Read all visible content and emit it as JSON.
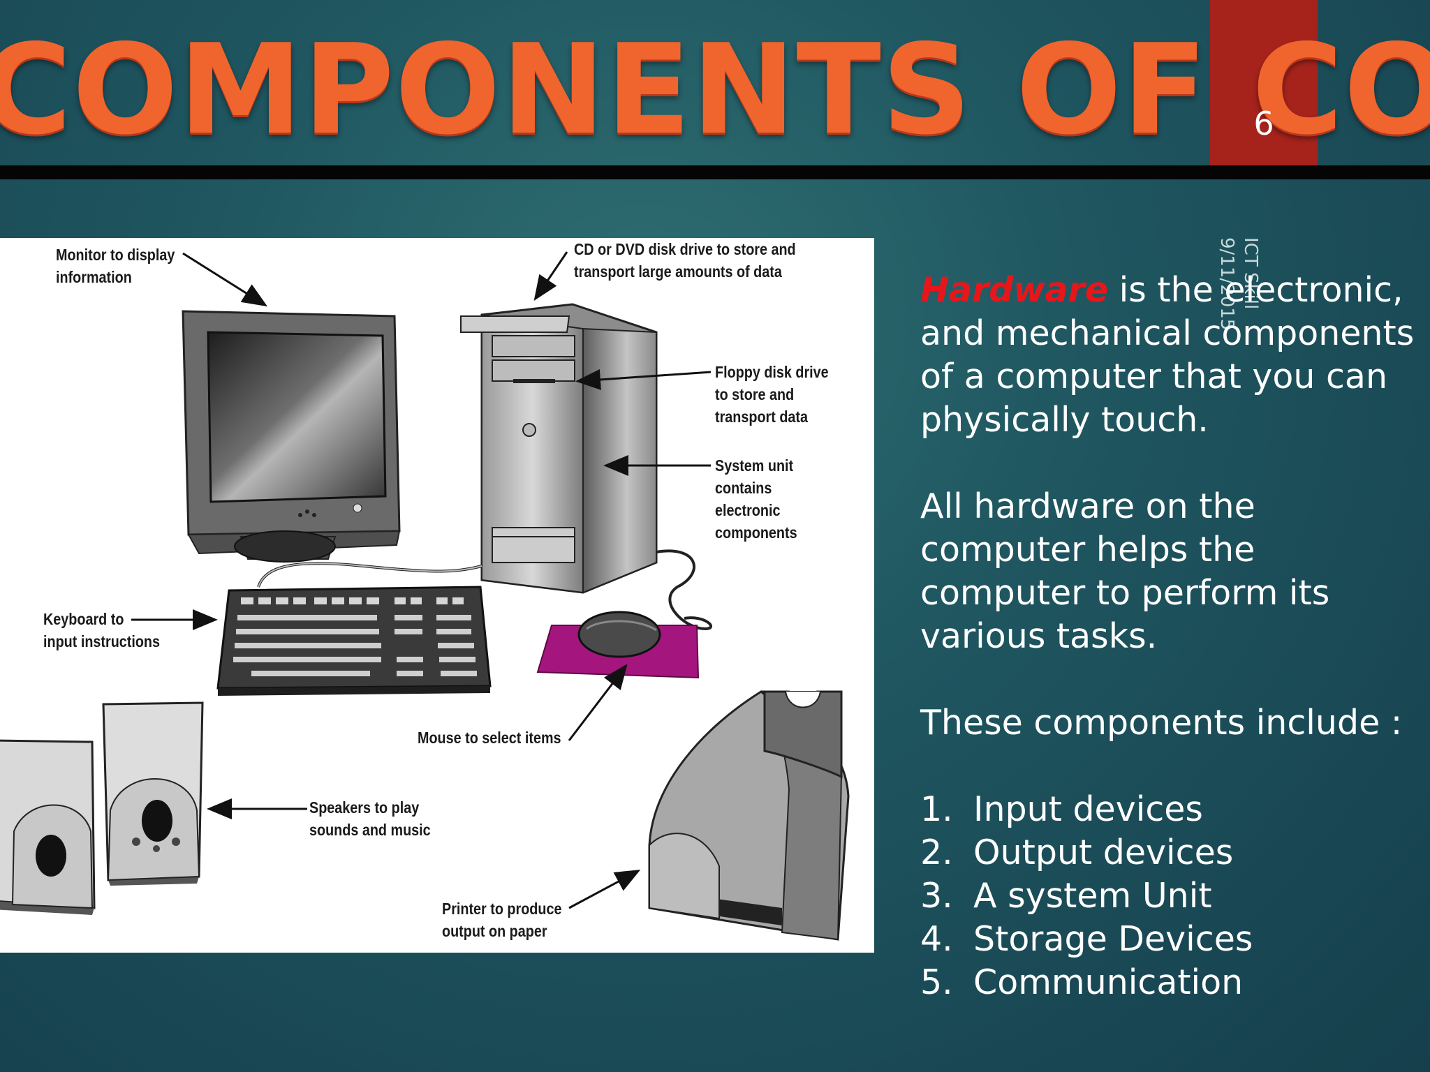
{
  "slide": {
    "title": "COMPONENTS OF COMPUTER",
    "page_number": "6",
    "footer_course": "ICT Skill",
    "footer_date": "9/11/2015"
  },
  "figure": {
    "labels": {
      "monitor": [
        "Monitor to display",
        "information"
      ],
      "cd_drive": [
        "CD or DVD disk drive to store and",
        "transport large amounts of data"
      ],
      "floppy": [
        "Floppy disk drive",
        "to store and",
        "transport data"
      ],
      "system_unit": [
        "System unit",
        "contains",
        "electronic",
        "components"
      ],
      "keyboard": [
        "Keyboard to",
        "input instructions"
      ],
      "mouse": [
        "Mouse to select items"
      ],
      "speakers": [
        "Speakers to play",
        "sounds and music"
      ],
      "printer": [
        "Printer to produce",
        "output on paper"
      ]
    }
  },
  "content": {
    "para1_highlight": "Hardware",
    "para1_rest": " is the electronic, and mechanical components of a computer that you can physically touch.",
    "para2": "All hardware on the computer helps the computer to perform its various tasks.",
    "para3": "These components include :",
    "list": [
      {
        "num": "1.",
        "text": "Input devices"
      },
      {
        "num": "2.",
        "text": "Output devices"
      },
      {
        "num": "3.",
        "text": "A system Unit"
      },
      {
        "num": "4.",
        "text": "Storage Devices"
      },
      {
        "num": "5.",
        "text": "Communication"
      }
    ]
  },
  "colors": {
    "title": "#f0642e",
    "page_box": "#a6231c",
    "highlight": "#e8161b",
    "mousepad": "#a4157e"
  }
}
